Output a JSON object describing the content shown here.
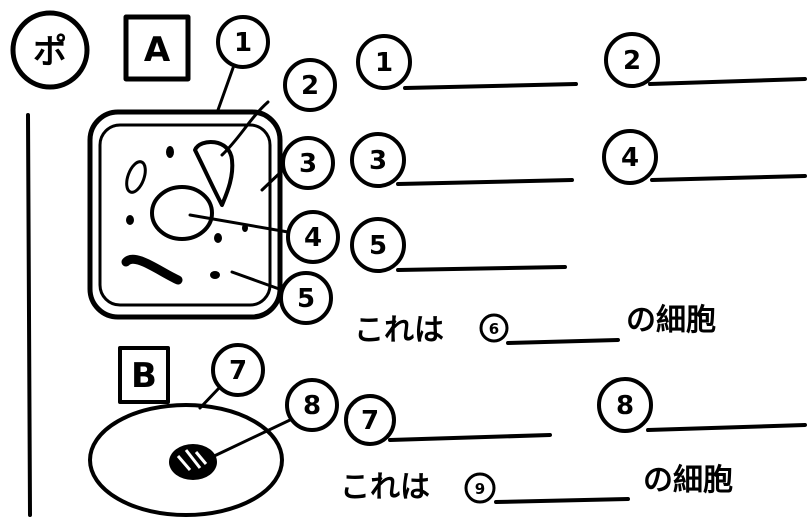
{
  "header": {
    "badge": "ポ"
  },
  "diagram_a": {
    "letter": "A",
    "callouts": [
      "1",
      "2",
      "3",
      "4",
      "5"
    ]
  },
  "diagram_b": {
    "letter": "B",
    "callouts": [
      "7",
      "8"
    ]
  },
  "answers_a": {
    "numbers": [
      "1",
      "2",
      "3",
      "4",
      "5"
    ],
    "sentence_prefix": "これは",
    "sentence_number": "6",
    "sentence_suffix": "の細胞"
  },
  "answers_b": {
    "numbers": [
      "7",
      "8"
    ],
    "sentence_prefix": "これは",
    "sentence_number": "9",
    "sentence_suffix": "の細胞"
  }
}
